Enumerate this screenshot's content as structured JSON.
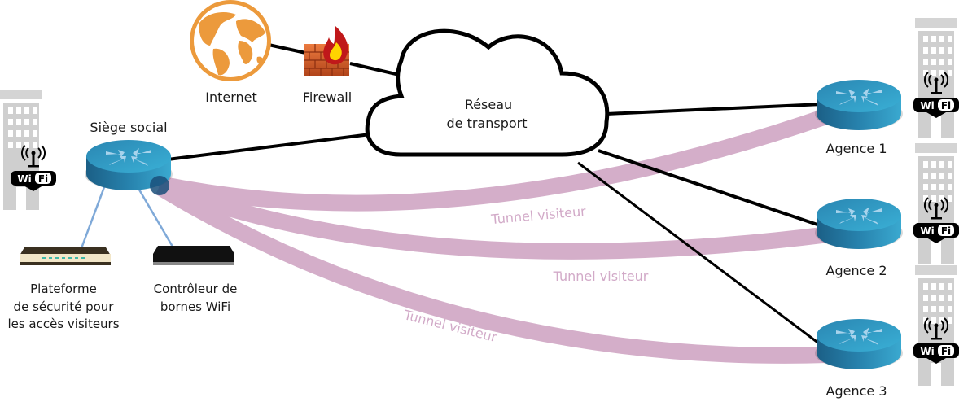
{
  "diagram": {
    "title": "Réseau WiFi visiteurs – siège et agences",
    "colors": {
      "tunnel": "#d4aec9",
      "router_top": "#2a8bb3",
      "router_side": "#1f6f96",
      "globe": "#ec9a3c",
      "building": "#d0d0d0",
      "link": "#000000",
      "access_link": "#7fa9d8"
    },
    "nodes": {
      "internet": "Internet",
      "firewall": "Firewall",
      "cloud_line1": "Réseau",
      "cloud_line2": "de transport",
      "hq": "Siège social",
      "agence1": "Agence 1",
      "agence2": "Agence 2",
      "agence3": "Agence 3",
      "platform_line1": "Plateforme",
      "platform_line2": "de sécurité pour",
      "platform_line3": "les accès visiteurs",
      "controller_line1": "Contrôleur de",
      "controller_line2": "bornes WiFi"
    },
    "tunnels": [
      "Tunnel visiteur",
      "Tunnel visiteur",
      "Tunnel visiteur"
    ],
    "wifi_badge": {
      "wi": "Wi",
      "fi": "Fi"
    }
  }
}
